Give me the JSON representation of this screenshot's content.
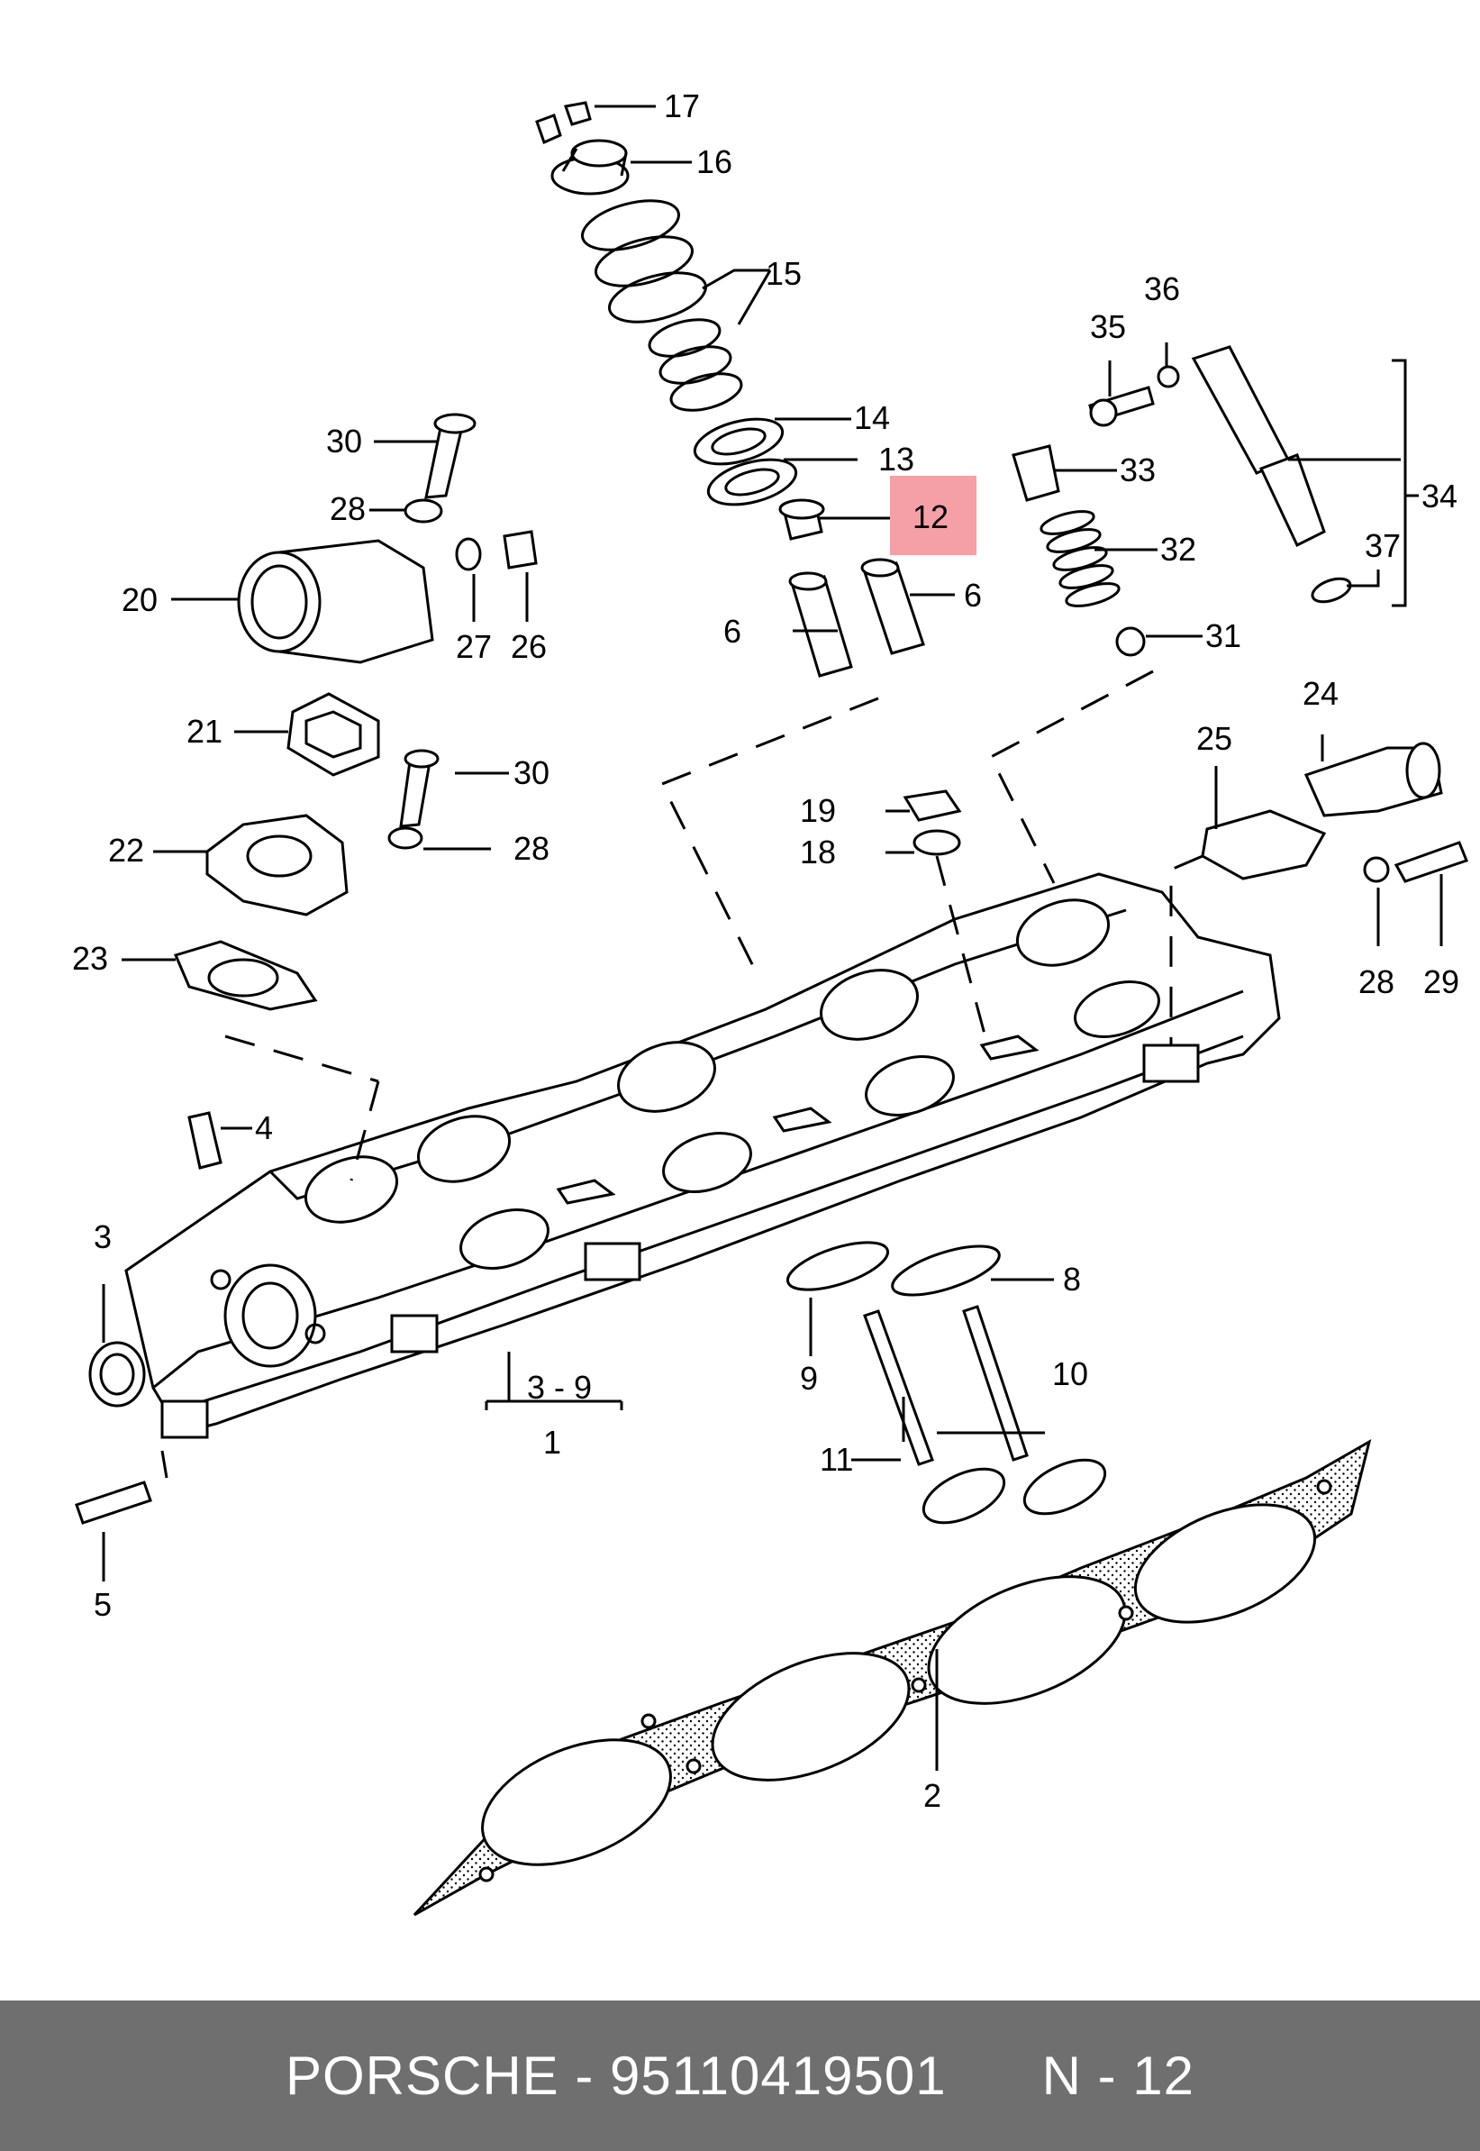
{
  "footer": {
    "brand": "PORSCHE",
    "sep1": " - ",
    "part_number": "95110419501",
    "gap": "      ",
    "page_ref": "N - 12"
  },
  "highlight": {
    "part": "12",
    "color": "#f4a0a6"
  },
  "callouts": {
    "c1": "1",
    "c2": "2",
    "c3": "3",
    "c3_9": "3 - 9",
    "c4": "4",
    "c5": "5",
    "c6a": "6",
    "c6b": "6",
    "c8": "8",
    "c9": "9",
    "c10": "10",
    "c11": "11",
    "c12": "12",
    "c13": "13",
    "c14": "14",
    "c15": "15",
    "c16": "16",
    "c17": "17",
    "c18": "18",
    "c19": "19",
    "c20": "20",
    "c21": "21",
    "c22": "22",
    "c23": "23",
    "c24": "24",
    "c25": "25",
    "c26": "26",
    "c27": "27",
    "c28a": "28",
    "c28b": "28",
    "c28c": "28",
    "c29": "29",
    "c30a": "30",
    "c30b": "30",
    "c31": "31",
    "c32": "32",
    "c33": "33",
    "c34": "34",
    "c35": "35",
    "c36": "36",
    "c37": "37"
  }
}
